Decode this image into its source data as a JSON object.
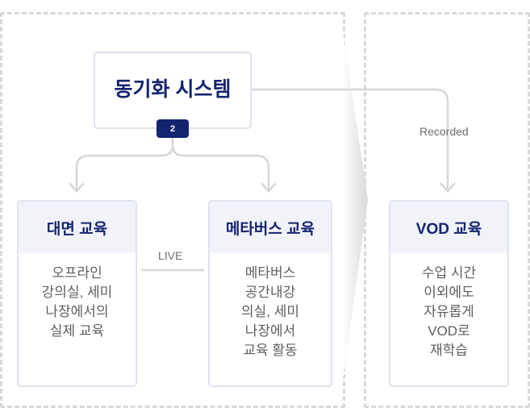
{
  "central": {
    "title": "동기화 시스템",
    "badge": "2"
  },
  "cards": [
    {
      "title": "대면 교육",
      "lines": [
        "오프라인",
        "강의실, 세미",
        "나장에서의",
        "실제 교육"
      ]
    },
    {
      "title": "메타버스 교육",
      "lines": [
        "메타버스",
        "공간내강",
        "의실, 세미",
        "나장에서",
        "교육 활동"
      ]
    },
    {
      "title": "VOD 교육",
      "lines": [
        "수업 시간",
        "이외에도",
        "자유롭게",
        "VOD로",
        "재학습"
      ]
    }
  ],
  "labels": {
    "live": "LIVE",
    "recorded": "Recorded"
  }
}
